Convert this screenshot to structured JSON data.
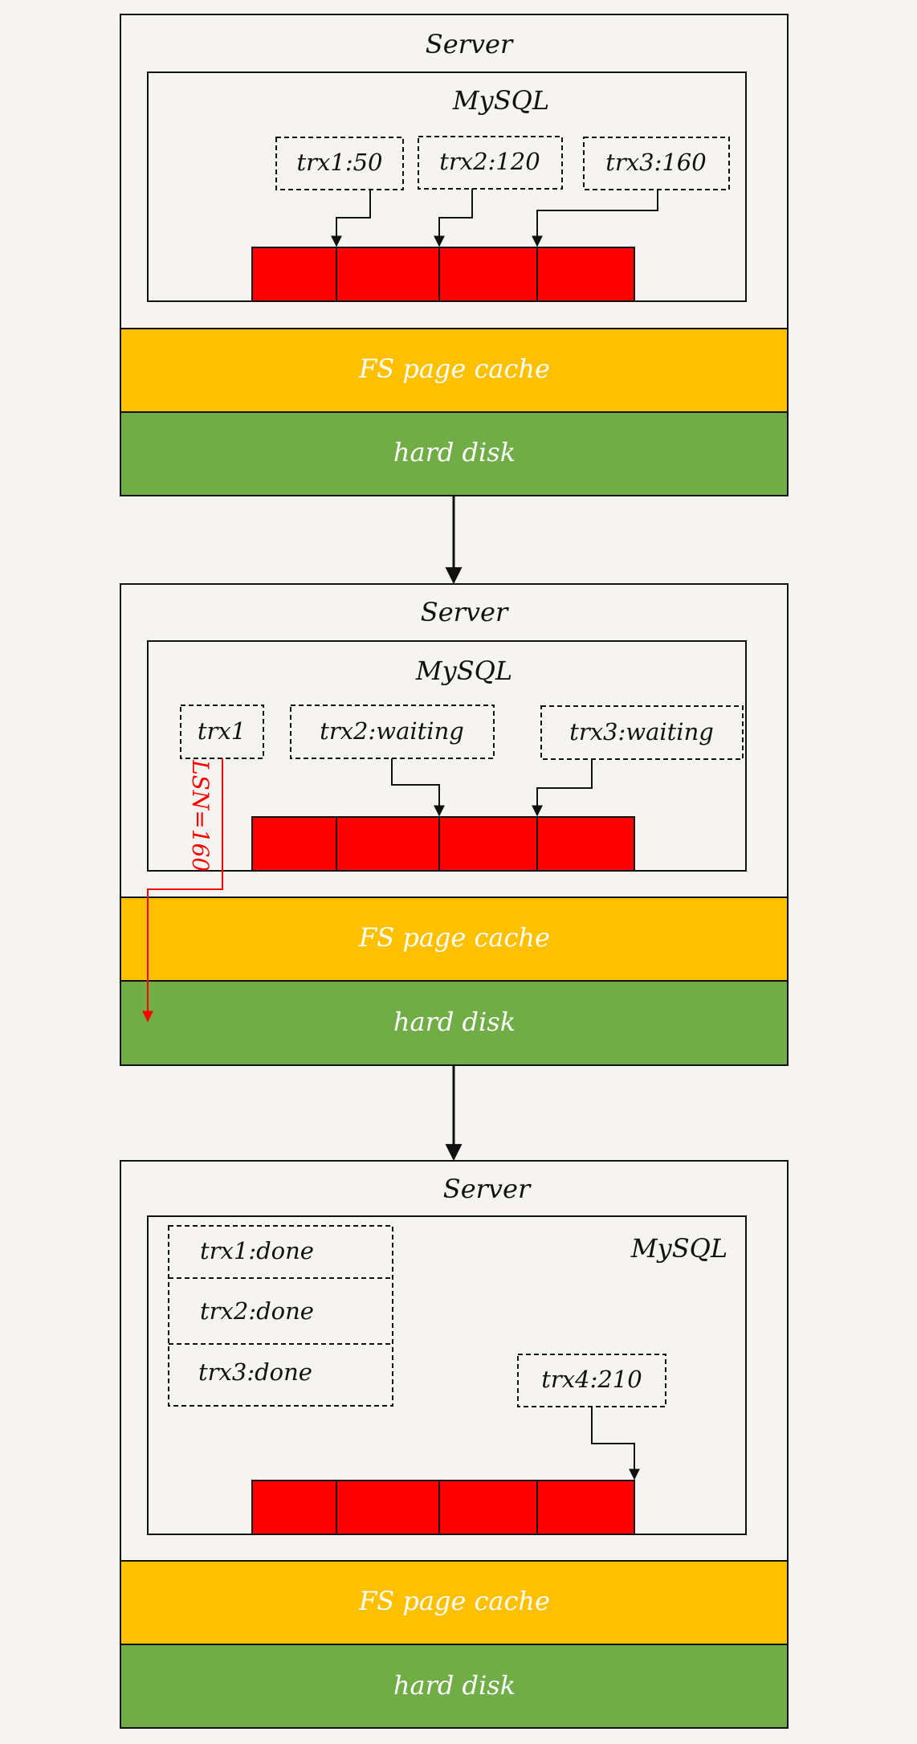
{
  "colors": {
    "background": "#f5f4f0",
    "page_cache": "#ffc000",
    "hard_disk": "#70ad47",
    "log_buffer": "#ff0000",
    "stroke": "#111111",
    "lsn_arrow": "#ff0000",
    "layer_text": "#ffffff"
  },
  "panel1": {
    "server_label": "Server",
    "mysql_label": "MySQL",
    "trx": [
      "trx1:50",
      "trx2:120",
      "trx3:160"
    ],
    "page_cache_label": "FS page cache",
    "disk_label": "hard disk"
  },
  "panel2": {
    "server_label": "Server",
    "mysql_label": "MySQL",
    "trx": [
      "trx1",
      "trx2:waiting",
      "trx3:waiting"
    ],
    "lsn_label": "LSN=160",
    "page_cache_label": "FS page cache",
    "disk_label": "hard disk"
  },
  "panel3": {
    "server_label": "Server",
    "mysql_label": "MySQL",
    "done": [
      "trx1:done",
      "trx2:done",
      "trx3:done"
    ],
    "trx4": "trx4:210",
    "page_cache_label": "FS page cache",
    "disk_label": "hard disk"
  }
}
